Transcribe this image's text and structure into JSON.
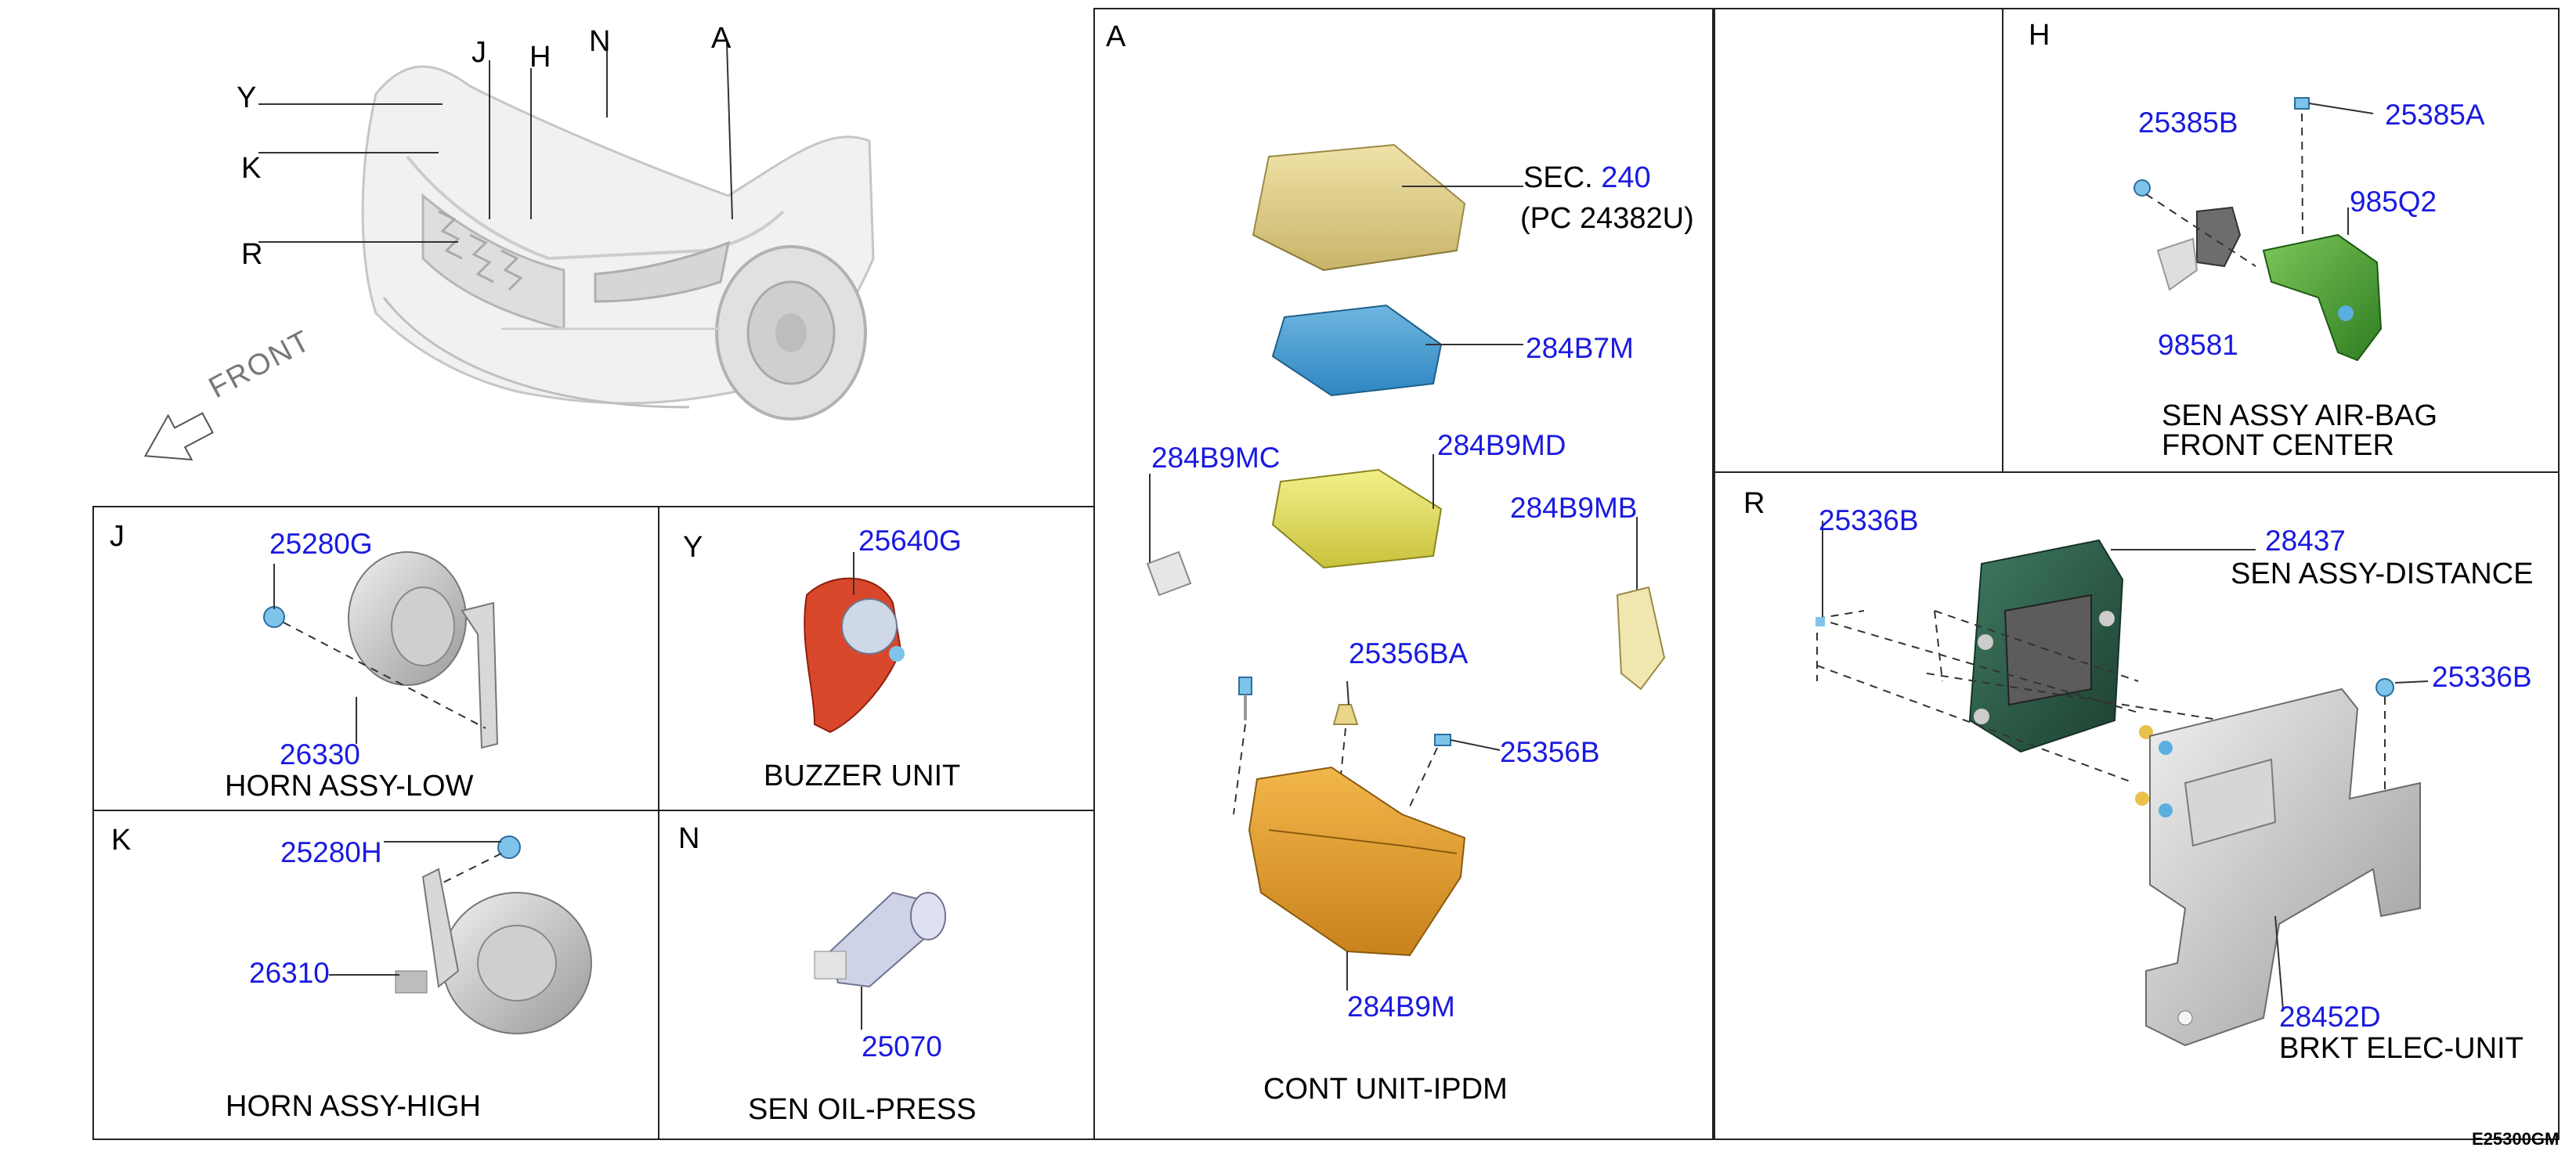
{
  "overview": {
    "callouts": {
      "Y": "Y",
      "K": "K",
      "R": "R",
      "J": "J",
      "H": "H",
      "N": "N",
      "A": "A"
    },
    "front_label": "FRONT"
  },
  "panels": {
    "A": {
      "letter": "A",
      "sec_prefix": "SEC.",
      "sec_num": "240",
      "sec_ref": "(PC 24382U)",
      "parts": {
        "p1": "284B7M",
        "p2": "284B9MC",
        "p3": "284B9MD",
        "p4": "284B9MB",
        "p5": "25356BA",
        "p6": "25356B",
        "p7": "284B9M"
      },
      "caption": "CONT UNIT-IPDM"
    },
    "H": {
      "letter": "H",
      "parts": {
        "p1": "25385B",
        "p2": "25385A",
        "p3": "985Q2",
        "p4": "98581"
      },
      "caption_line1": "SEN ASSY AIR-BAG",
      "caption_line2": "FRONT CENTER"
    },
    "R": {
      "letter": "R",
      "parts": {
        "p1": "25336B",
        "p2": "28437",
        "p3": "25336B",
        "p4": "28452D"
      },
      "caption": "BRKT ELEC-UNIT",
      "sub_caption": "SEN ASSY-DISTANCE"
    },
    "J": {
      "letter": "J",
      "parts": {
        "p1": "25280G",
        "p2": "26330"
      },
      "caption": "HORN ASSY-LOW"
    },
    "Y": {
      "letter": "Y",
      "parts": {
        "p1": "25640G"
      },
      "caption": "BUZZER UNIT"
    },
    "K": {
      "letter": "K",
      "parts": {
        "p1": "25280H",
        "p2": "26310"
      },
      "caption": "HORN ASSY-HIGH"
    },
    "N": {
      "letter": "N",
      "parts": {
        "p1": "25070"
      },
      "caption": "SEN OIL-PRESS"
    }
  },
  "diagram_code": "E25300GM"
}
